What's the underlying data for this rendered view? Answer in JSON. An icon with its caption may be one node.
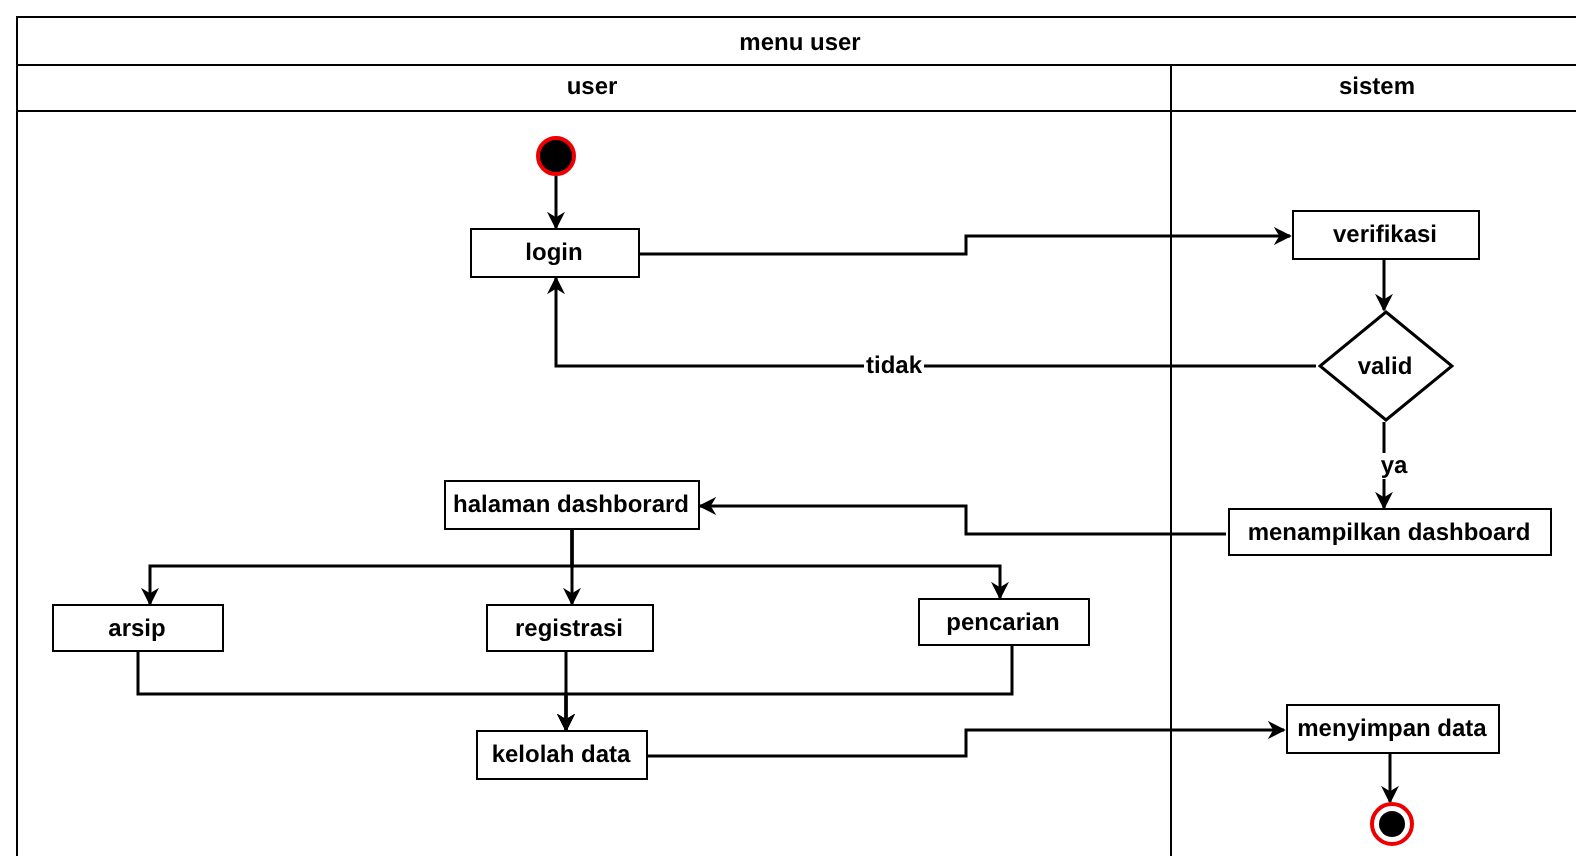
{
  "diagram": {
    "nodes": [
      {
        "text": [
          "menu user"
        ]
      },
      {
        "text": [
          "user"
        ],
        "in": 0
      },
      {
        "text": [
          "sistem"
        ],
        "in": 0
      },
      {
        "text": [],
        "shape": "circle",
        "in": 1
      },
      {
        "text": [
          "login"
        ],
        "in": 1
      },
      {
        "text": [
          "verifikasi"
        ],
        "in": 2
      },
      {
        "text": [
          "valid"
        ],
        "in": 2
      },
      {
        "text": [
          "menampilkan dashboard"
        ],
        "in": 2
      },
      {
        "text": [
          "halaman dashborard"
        ],
        "in": 1
      },
      {
        "text": [
          "arsip"
        ],
        "in": 1
      },
      {
        "text": [
          "registrasi"
        ],
        "in": 1
      },
      {
        "text": [
          "pencarian"
        ],
        "in": 1
      },
      {
        "text": [
          "kelolah data"
        ],
        "in": 1
      },
      {
        "text": [
          "menyimpan data"
        ],
        "in": 2
      },
      {
        "text": [],
        "shape": "circle",
        "in": 2
      }
    ],
    "edges": [
      {
        "from": 3,
        "to": 4,
        "arrow": "to"
      },
      {
        "from": 4,
        "to": 5,
        "arrow": "to"
      },
      {
        "from": 5,
        "to": 6,
        "arrow": "to"
      },
      {
        "from": 6,
        "to": 4,
        "arrow": "to",
        "label": "tidak"
      },
      {
        "from": 6,
        "to": 7,
        "arrow": "to",
        "label": "ya"
      },
      {
        "from": 7,
        "to": 8,
        "arrow": "to"
      },
      {
        "from": 8,
        "to": 9,
        "arrow": "to"
      },
      {
        "from": 8,
        "to": 10,
        "arrow": "to"
      },
      {
        "from": 8,
        "to": 11,
        "arrow": "to"
      },
      {
        "from": 9,
        "to": 12,
        "arrow": "to"
      },
      {
        "from": 10,
        "to": 12,
        "arrow": "to"
      },
      {
        "from": 11,
        "to": 12,
        "arrow": "to"
      },
      {
        "from": 12,
        "to": 13,
        "arrow": "to"
      },
      {
        "from": 13,
        "to": 14,
        "arrow": "to"
      }
    ]
  }
}
